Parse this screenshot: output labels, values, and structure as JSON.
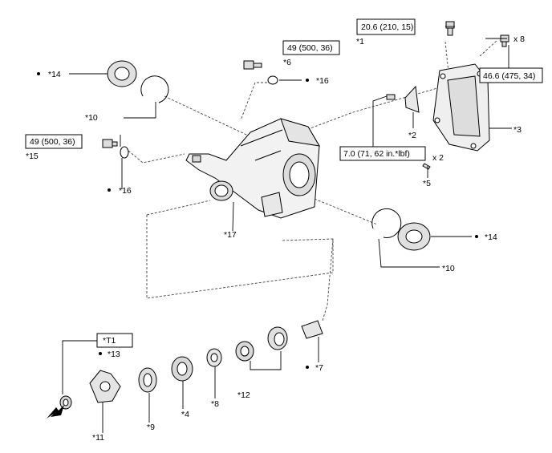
{
  "callouts": {
    "c1": "*1",
    "c2": "*2",
    "c3": "*3",
    "c4": "*4",
    "c5": "*5",
    "c6": "*6",
    "c7": "*7",
    "c8": "*8",
    "c9": "*9",
    "c10a": "*10",
    "c10b": "*10",
    "c11": "*11",
    "c12": "*12",
    "c13": "*13",
    "c14a": "*14",
    "c14b": "*14",
    "c15": "*15",
    "c16a": "*16",
    "c16b": "*16",
    "c17": "*17"
  },
  "torque": {
    "t1": "20.6 (210, 15)",
    "t6": "49 (500, 36)",
    "t15": "49 (500, 36)",
    "t3": "46.6 (475, 34)",
    "t2": "7.0 (71, 62 in.*lbf)"
  },
  "quantities": {
    "q8": "x 8",
    "q2": "x 2"
  },
  "tool_label": "*T1"
}
